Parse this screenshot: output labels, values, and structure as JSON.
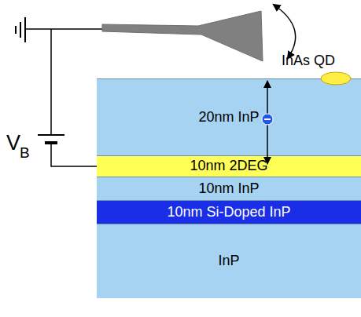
{
  "diagram": {
    "nodes": [
      {
        "text": [
          "20nm InP"
        ]
      },
      {
        "text": [
          "10nm 2DEG"
        ]
      },
      {
        "text": [
          "10nm InP"
        ]
      },
      {
        "text": [
          "10nm Si-Doped InP"
        ]
      },
      {
        "text": [
          "InP"
        ]
      }
    ],
    "labels": [
      "InAs QD",
      "V",
      "B"
    ]
  }
}
